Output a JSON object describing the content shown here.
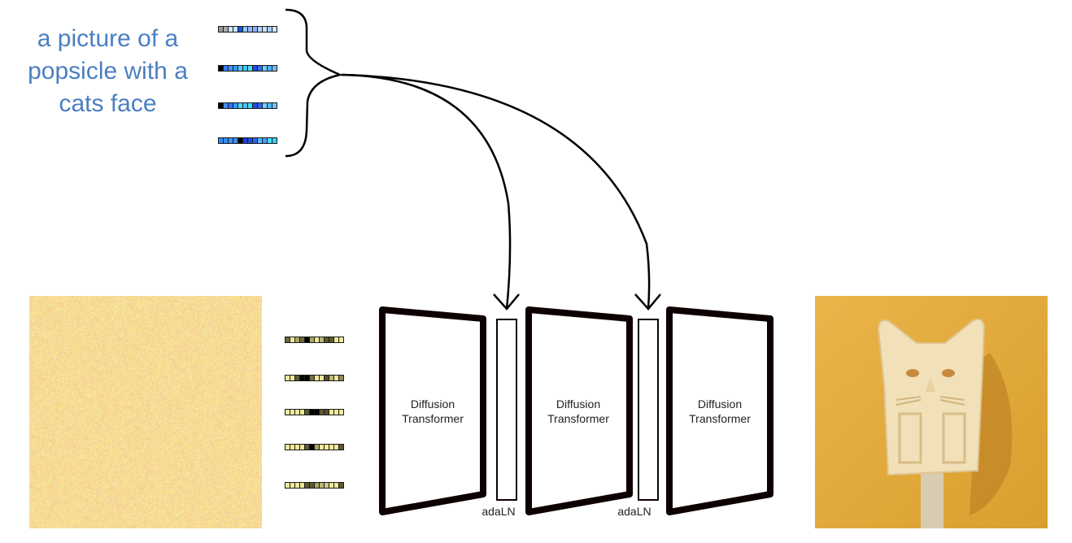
{
  "prompt": {
    "lines": [
      "a picture of a",
      "popsicle with a",
      "cats face"
    ],
    "color": "#4a7fc1"
  },
  "text_tokens": [
    [
      "#999999",
      "#aaaaaa",
      "#cfe4ff",
      "#cce8ff",
      "#1f4fe0",
      "#8ccaff",
      "#9ab6ff",
      "#8fb0ff",
      "#b5d8ff",
      "#c4e4ff",
      "#a7cfff",
      "#cce8ff"
    ],
    [
      "#000000",
      "#2f7fff",
      "#4a8fff",
      "#2f9fff",
      "#4fd0ff",
      "#3fc7ff",
      "#4fe0ff",
      "#1f4fe0",
      "#2f6fff",
      "#6fd0ff",
      "#4fb0ff",
      "#6fc0ff"
    ],
    [
      "#000000",
      "#3f8fff",
      "#2f70ff",
      "#2f9fff",
      "#3fd8ff",
      "#4fc0ff",
      "#3fdfff",
      "#1f4fe0",
      "#2f5fff",
      "#6fcfff",
      "#4fb8ff",
      "#6fc8ff"
    ],
    [
      "#2f8fff",
      "#2f8fff",
      "#3f8fff",
      "#2f8fff",
      "#000000",
      "#1f3fe0",
      "#1f4fe0",
      "#2f5fff",
      "#4fbfff",
      "#3fa0ff",
      "#4fdfff",
      "#3fd0ff"
    ]
  ],
  "image_tokens": [
    [
      "#6b6b3b",
      "#f0e89a",
      "#a8a860",
      "#6b6b3b",
      "#000000",
      "#a8a860",
      "#f0e89a",
      "#b8b878",
      "#5b5b30",
      "#5b5b30",
      "#f0e89a",
      "#f0e89a"
    ],
    [
      "#f0e89a",
      "#f0e89a",
      "#5b5b30",
      "#000000",
      "#000000",
      "#7b6b3b",
      "#f0e89a",
      "#f0e89a",
      "#5b4b30",
      "#b8b878",
      "#f0e89a",
      "#8b8b4b"
    ],
    [
      "#f0e89a",
      "#f0e89a",
      "#f0e89a",
      "#f0e89a",
      "#5b5b30",
      "#000000",
      "#000000",
      "#5b5b30",
      "#5b4b30",
      "#f0e89a",
      "#f0e89a",
      "#f0e89a"
    ],
    [
      "#f0e89a",
      "#f0e89a",
      "#f0e89a",
      "#f0e89a",
      "#5b5b30",
      "#000000",
      "#a8a860",
      "#f0e89a",
      "#f0e89a",
      "#f0e89a",
      "#f0e89a",
      "#5b5b30"
    ],
    [
      "#f0e89a",
      "#f0e89a",
      "#f0e89a",
      "#f0e89a",
      "#5b5b30",
      "#5b5b30",
      "#a8a860",
      "#b8b878",
      "#c8c888",
      "#f0e89a",
      "#f0e89a",
      "#5b5b30"
    ]
  ],
  "blocks": [
    {
      "line1": "Diffusion",
      "line2": "Transformer"
    },
    {
      "line1": "Diffusion",
      "line2": "Transformer"
    },
    {
      "line1": "Diffusion",
      "line2": "Transformer"
    }
  ],
  "adaln": [
    {
      "label": "adaLN"
    },
    {
      "label": "adaLN"
    }
  ],
  "images": {
    "noise": "noise-latent",
    "output": "generated-cat-popsicle"
  }
}
